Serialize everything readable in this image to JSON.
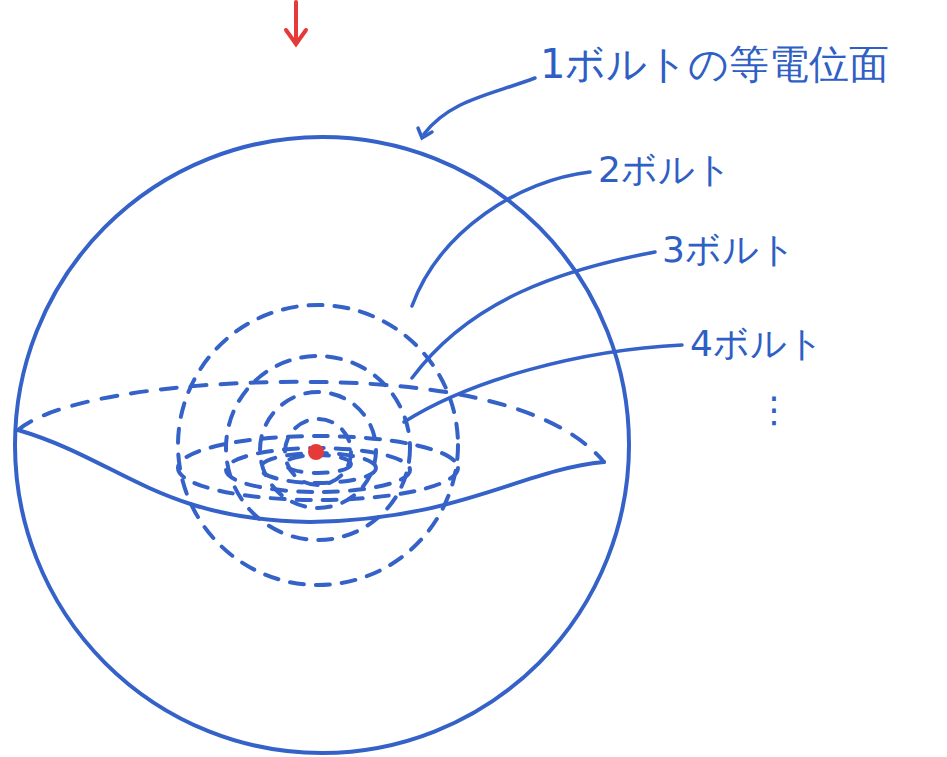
{
  "diagram": {
    "labels": [
      "1ボルトの等電位面",
      "2ボルト",
      "3ボルト",
      "4ボルト",
      "⋮"
    ]
  }
}
